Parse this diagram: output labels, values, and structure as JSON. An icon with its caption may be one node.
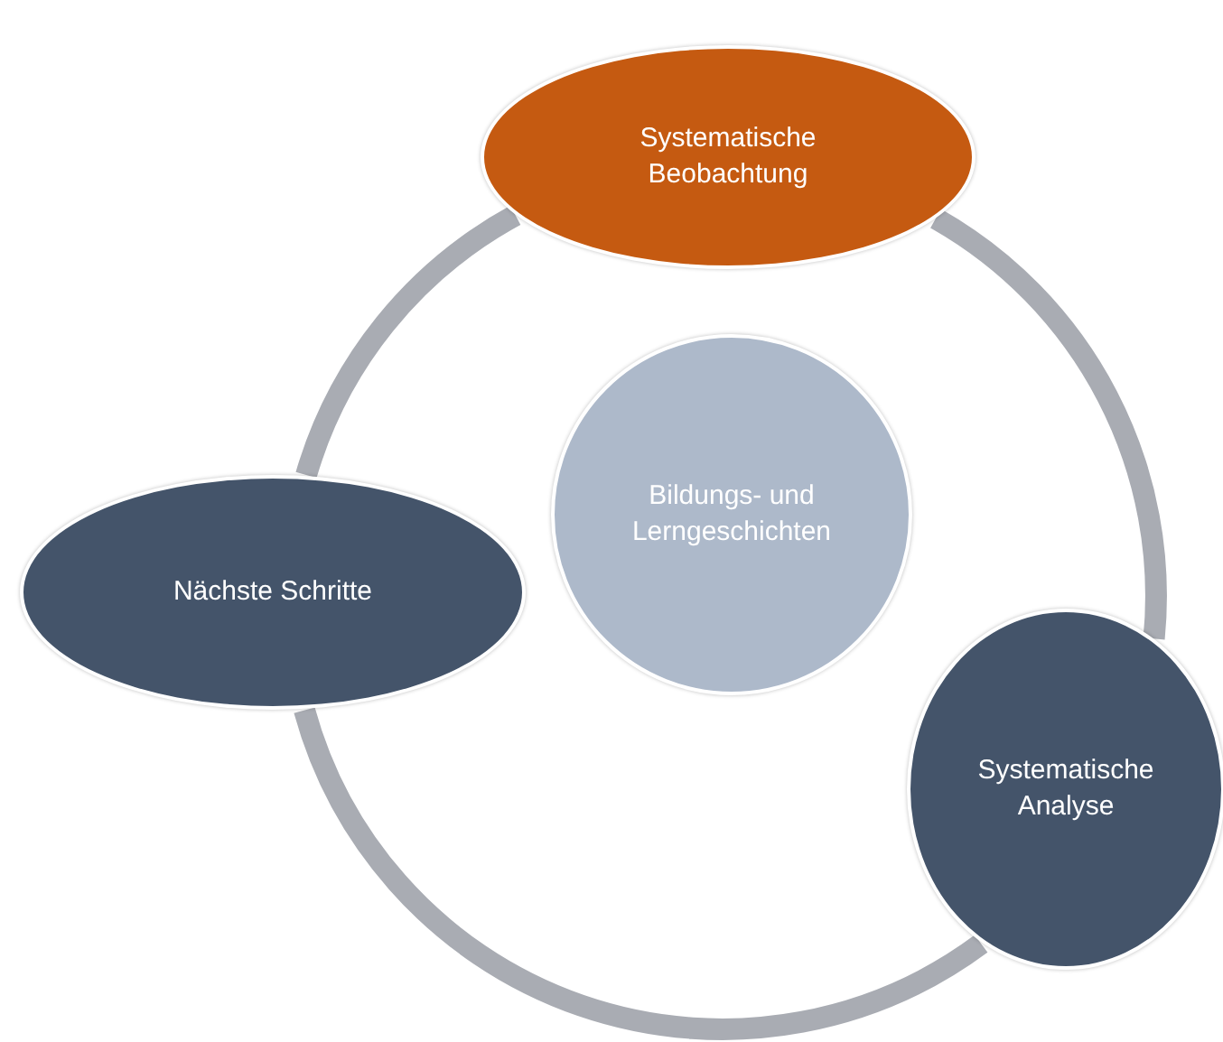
{
  "diagram": {
    "nodes": [
      {
        "text": [
          "Systematische Beobachtung"
        ]
      },
      {
        "text": [
          "Bildungs- und Lerngeschichten"
        ]
      },
      {
        "text": [
          "Nächste Schritte"
        ]
      },
      {
        "text": [
          "Systematische Analyse"
        ]
      }
    ],
    "edges": [
      {
        "from": 0,
        "to": 3,
        "arrow": "none"
      },
      {
        "from": 3,
        "to": 2,
        "arrow": "none"
      },
      {
        "from": 2,
        "to": 0,
        "arrow": "none"
      }
    ]
  }
}
